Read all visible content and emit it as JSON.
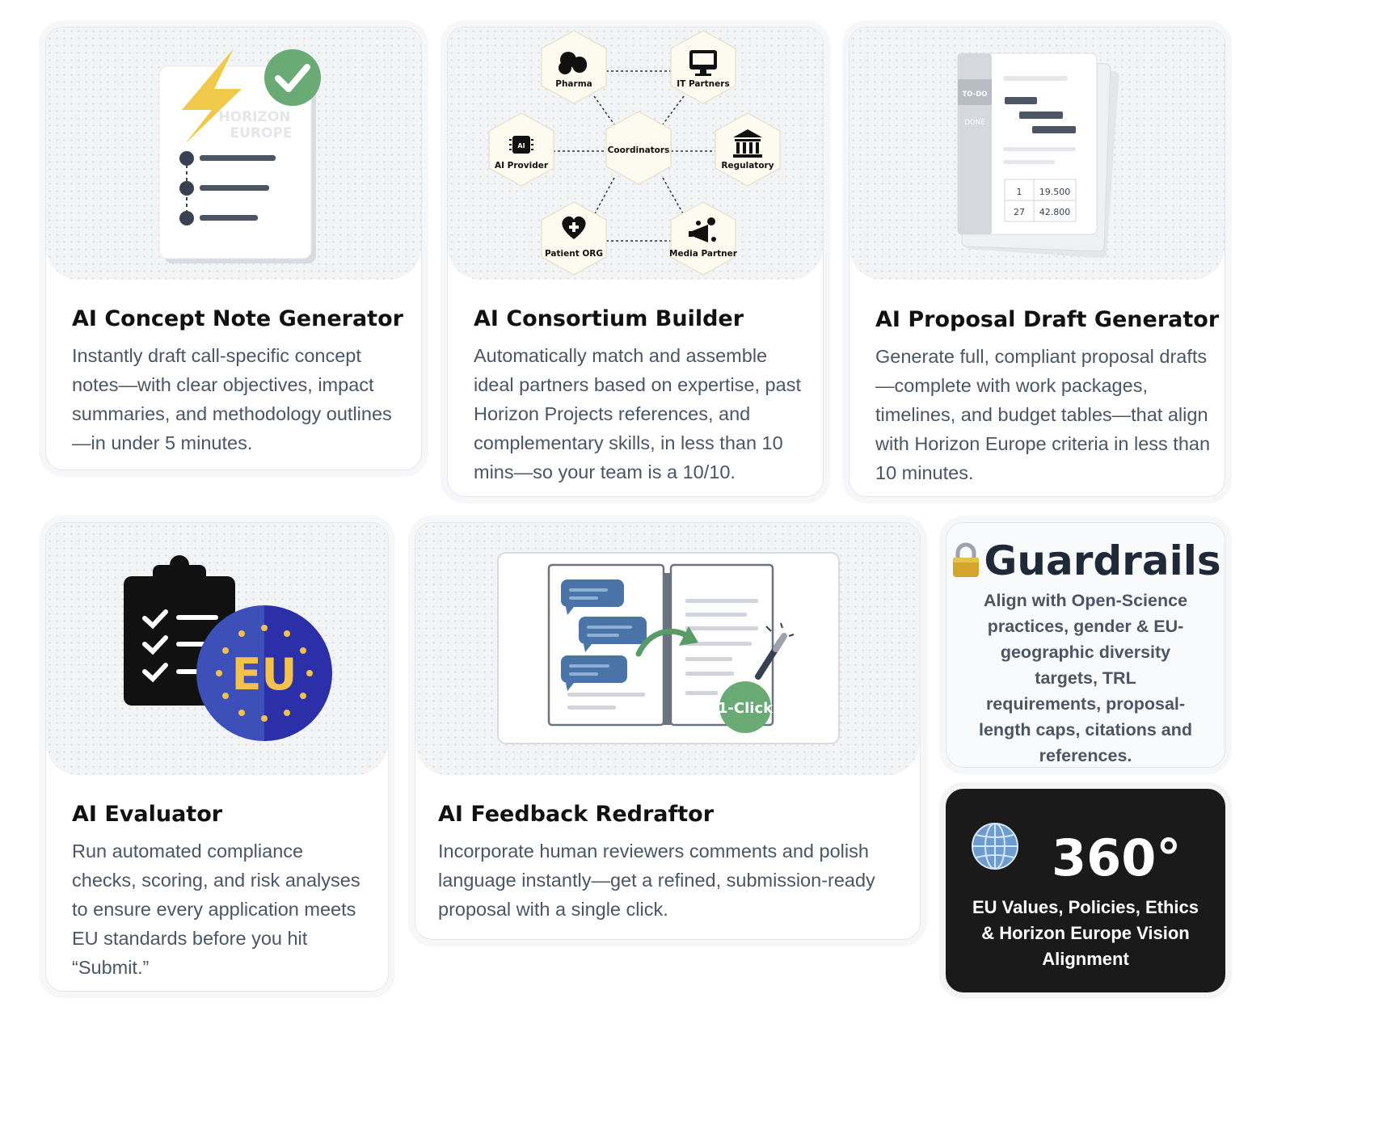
{
  "cards": [
    {
      "title": "AI Concept Note Generator",
      "description": "Instantly draft call-specific concept notes—with clear objectives, impact summaries, and methodology outlines—in under 5 minutes.",
      "illustration": {
        "doc_watermark": "HORIZON EUROPE",
        "watermark_line1": "HORIZON",
        "watermark_line2": "EUROPE",
        "icons": [
          "lightning-icon",
          "check-circle-icon",
          "document-icon"
        ]
      }
    },
    {
      "title": "AI Consortium Builder",
      "description": "Automatically match and assemble ideal partners based on expertise, past Horizon Projects references, and complementary skills, in less than 10 mins—so your team is a 10/10.",
      "illustration": {
        "center": "Coordinators",
        "nodes": [
          "Pharma",
          "IT Partners",
          "AI Provider",
          "Regulatory",
          "Patient ORG",
          "Media Partner"
        ]
      }
    },
    {
      "title": "AI Proposal Draft Generator",
      "description": "Generate full, compliant proposal drafts—complete with work packages, timelines, and budget tables—that align with Horizon Europe criteria in less than 10 minutes.",
      "illustration": {
        "sidebar": [
          "TO-DO",
          "DONE"
        ],
        "table": [
          [
            "1",
            "19.500"
          ],
          [
            "27",
            "42.800"
          ]
        ]
      }
    },
    {
      "title": "AI Evaluator",
      "description": "Run automated compliance checks, scoring, and risk analyses to ensure every application meets EU standards before you hit “Submit.”",
      "illustration": {
        "badge": "EU",
        "icons": [
          "clipboard-icon",
          "eu-flag-icon"
        ]
      }
    },
    {
      "title": "AI Feedback Redraftor",
      "description": "Incorporate human reviewers comments and polish language instantly—get a refined, submission-ready proposal with a single click.",
      "illustration": {
        "badge": "1-Click",
        "icons": [
          "chat-bubbles-icon",
          "arrow-icon",
          "magic-wand-icon"
        ]
      }
    }
  ],
  "guardrails": {
    "icon": "lock-icon",
    "title": "Guardrails",
    "description": "Align with Open-Science practices, gender & EU-geographic diversity targets, TRL requirements, proposal-length caps, citations and references."
  },
  "alignment": {
    "icon": "globe-icon",
    "title": "360°",
    "description": "EU Values, Policies, Ethics & Horizon Europe Vision Alignment"
  },
  "colors": {
    "accent_green": "#6aab75",
    "lightning_yellow": "#f0c84a",
    "eu_blue": "#3d4fb8",
    "eu_dark_blue": "#2b2fa8",
    "chat_blue": "#4a74a8",
    "dark_card": "#1a1a1a"
  }
}
